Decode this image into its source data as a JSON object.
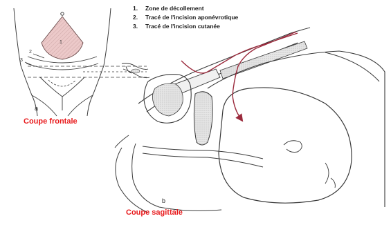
{
  "legend": {
    "items": [
      {
        "number": "1.",
        "label": "Zone de décollement"
      },
      {
        "number": "2.",
        "label": "Tracé de l'incision aponévrotique"
      },
      {
        "number": "3.",
        "label": "Tracé de l'incision cutanée"
      }
    ]
  },
  "panel_a": {
    "letter": "a",
    "caption": "Coupe frontale",
    "markers": {
      "zone": "1",
      "aponeurotic": "2",
      "cutaneous": "3"
    }
  },
  "panel_b": {
    "letter": "b",
    "caption": "Coupe sagittale"
  },
  "colors": {
    "caption": "#e8191b",
    "incision": "#9b2a3c",
    "zone_fill": "#e9c7c7",
    "line": "#3a3a3a"
  }
}
